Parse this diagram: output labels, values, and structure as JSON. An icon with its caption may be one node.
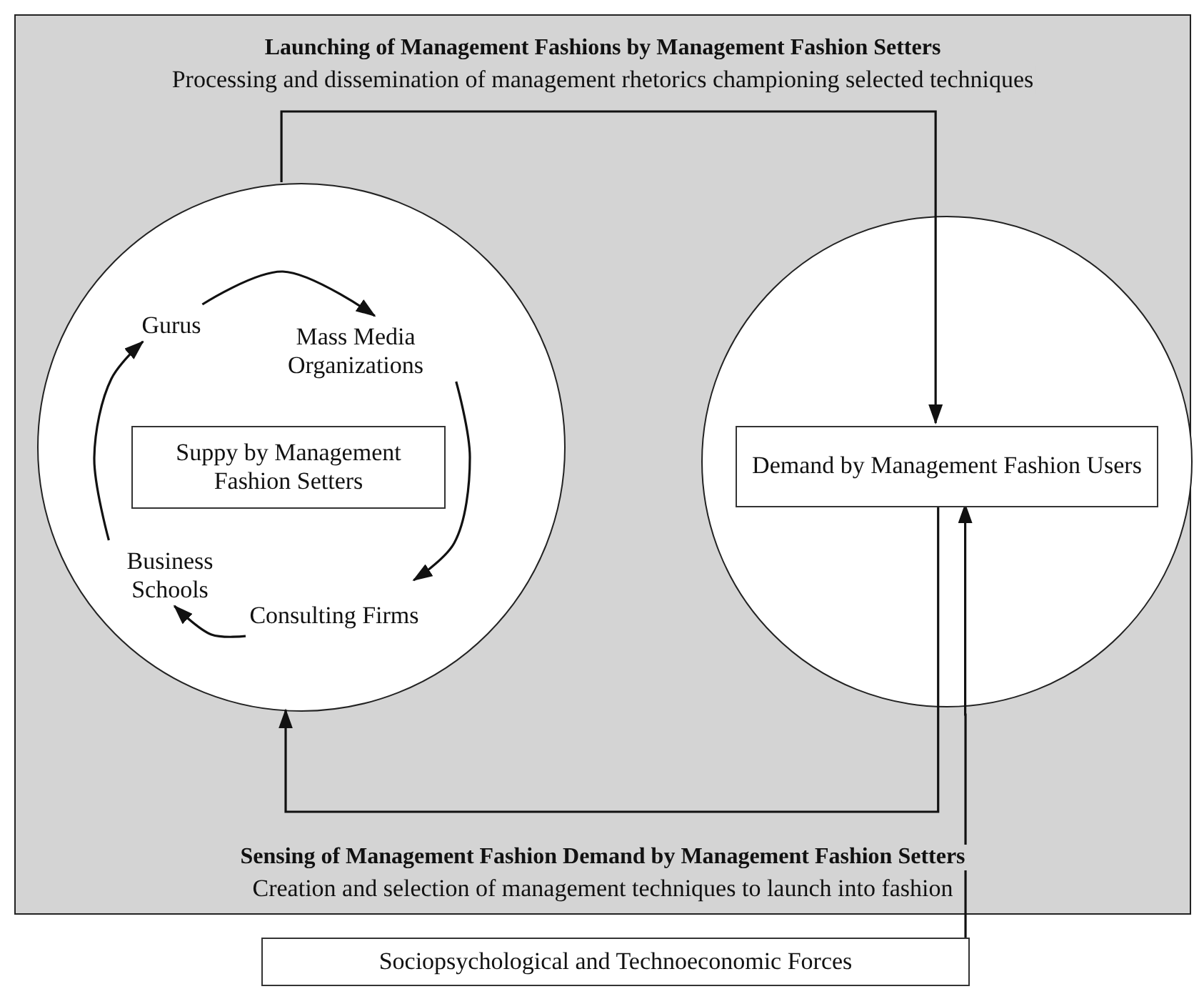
{
  "diagram": {
    "nodes": [
      {
        "text": [
          "Launching of Management Fashions by Management Fashion Setters",
          "Processing and dissemination of management rhetorics championing selected techniques",
          "Sensing of Management Fashion Demand by Management Fashion Setters",
          "Creation and selection of management techniques to launch into fashion"
        ]
      },
      {
        "text": [],
        "shape": "circle",
        "in": 0
      },
      {
        "text": [
          "Gurus"
        ],
        "in": 1
      },
      {
        "text": [
          "Mass Media Organizations"
        ],
        "in": 1
      },
      {
        "text": [
          "Suppy by Management Fashion Setters"
        ],
        "in": 1
      },
      {
        "text": [
          "Consulting Firms"
        ],
        "in": 1
      },
      {
        "text": [
          "Business Schools"
        ],
        "in": 1
      },
      {
        "text": [],
        "shape": "circle",
        "in": 0
      },
      {
        "text": [
          "Demand by Management Fashion Users"
        ],
        "in": 7
      },
      {
        "text": [
          "Sociopsychological and Technoeconomic Forces"
        ]
      }
    ],
    "edges": [
      {
        "from": 2,
        "to": 3,
        "arrow": "to"
      },
      {
        "from": 3,
        "to": 5,
        "arrow": "to"
      },
      {
        "from": 5,
        "to": 6,
        "arrow": "to"
      },
      {
        "from": 6,
        "to": 2,
        "arrow": "to"
      },
      {
        "from": 1,
        "to": 8,
        "arrow": "to"
      },
      {
        "from": 8,
        "to": 1,
        "arrow": "to"
      },
      {
        "from": 9,
        "to": 8,
        "arrow": "to"
      }
    ]
  }
}
